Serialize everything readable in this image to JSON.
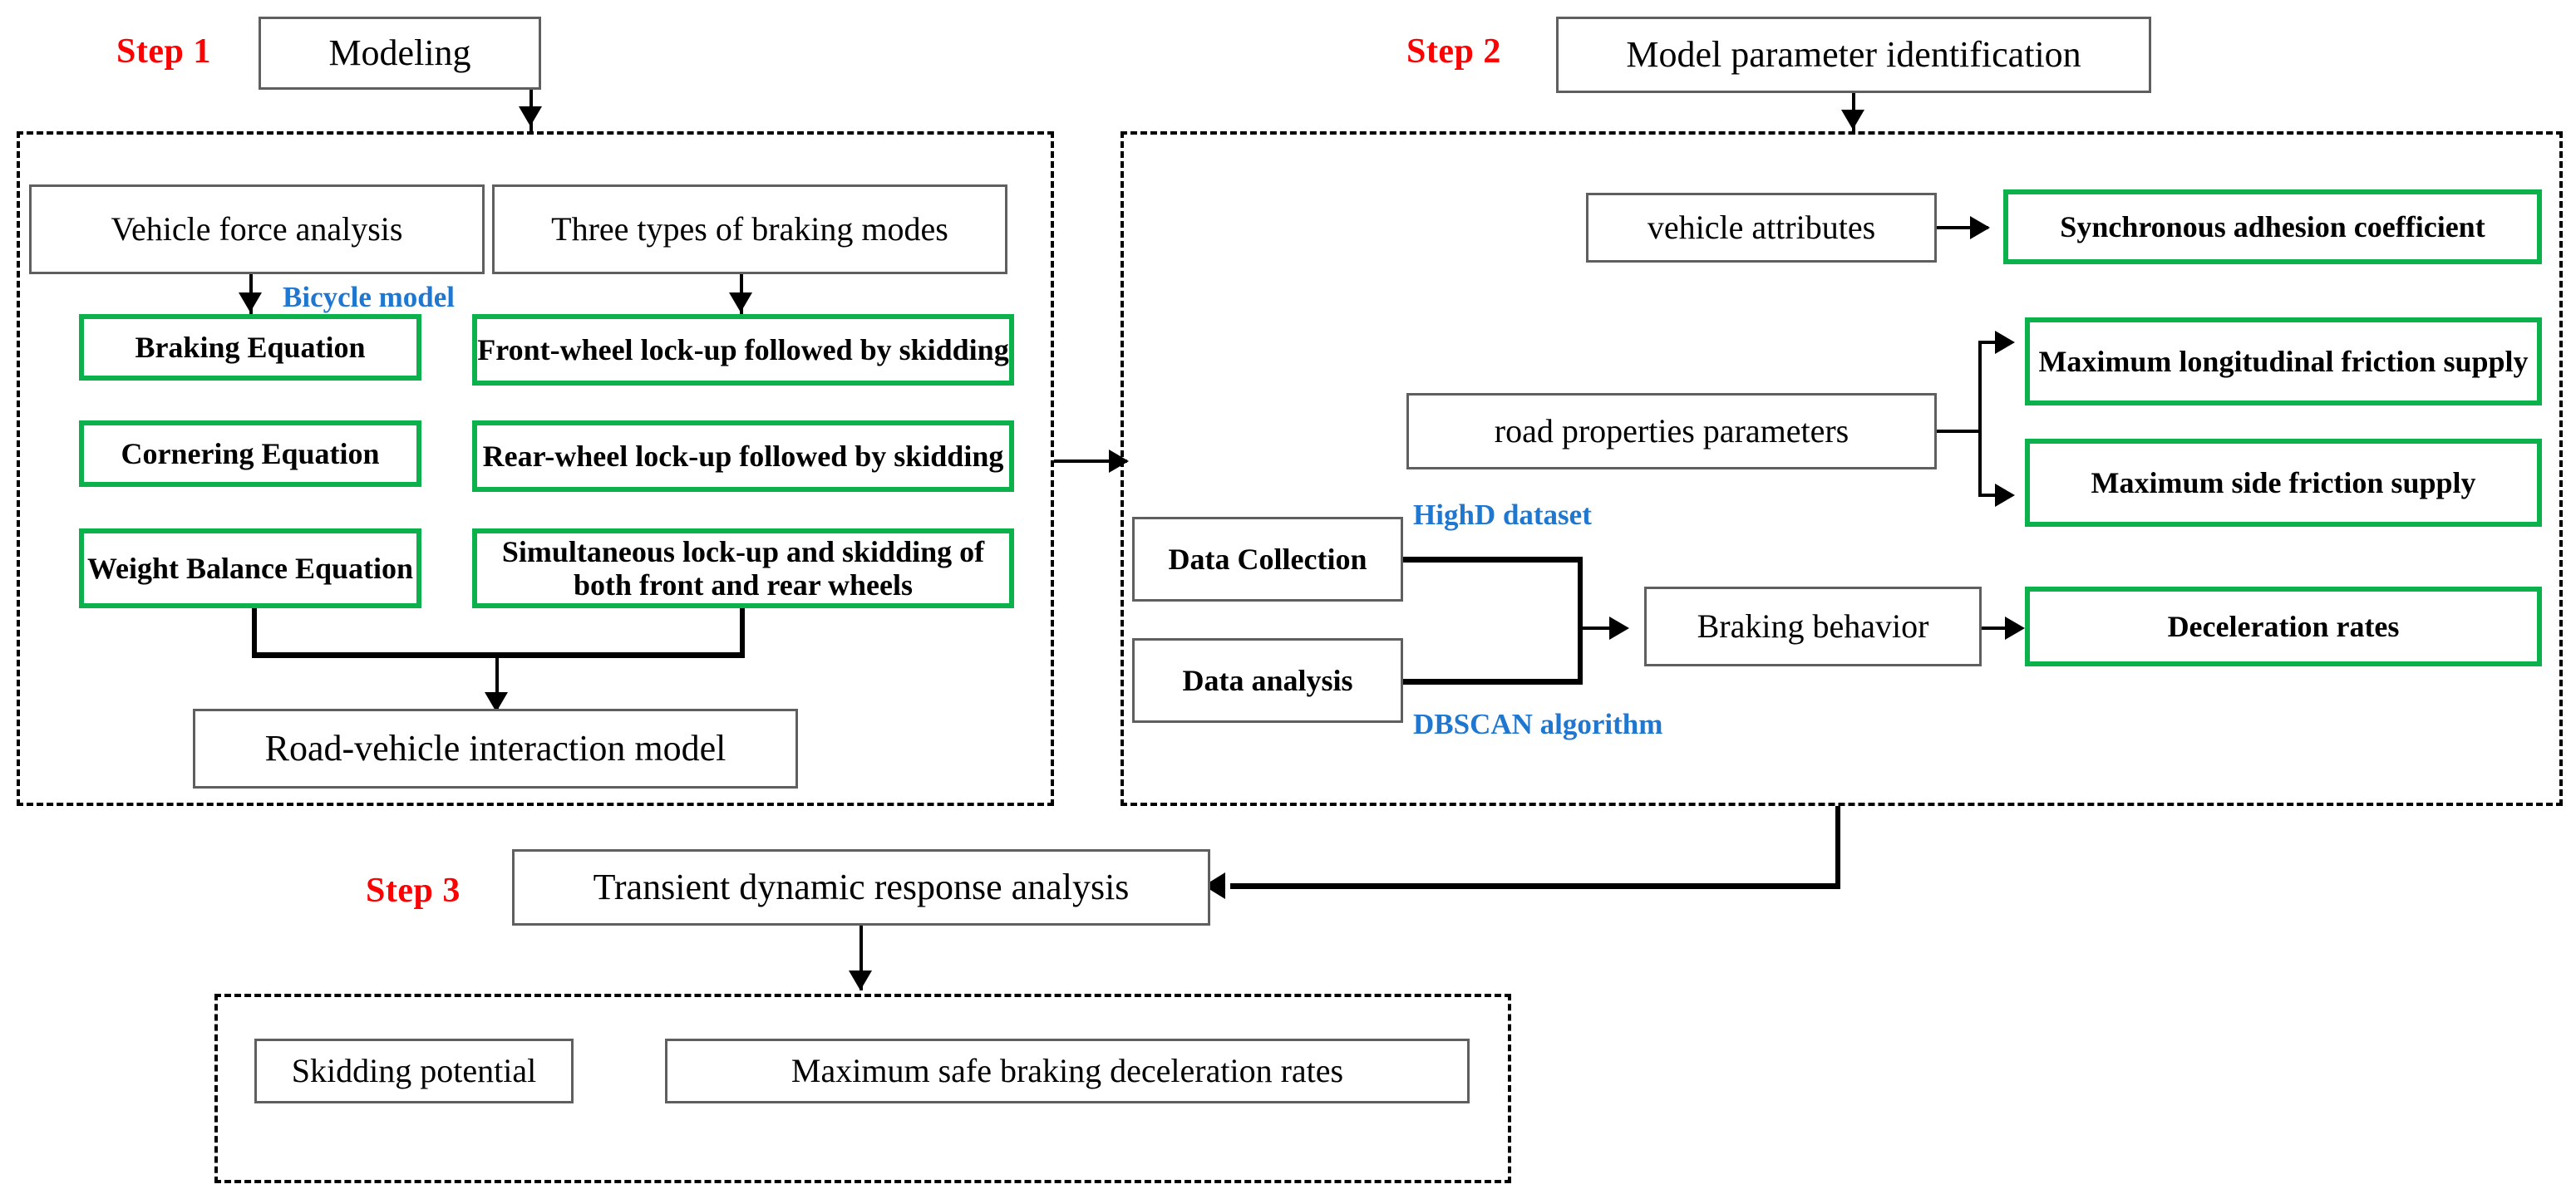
{
  "diagram": {
    "title": "Three-step vehicle braking modeling framework flowchart",
    "colors": {
      "step_label": "#ff0000",
      "green_border": "#0bb14b",
      "gray_border": "#5f5f5f",
      "blue_annotation": "#1f77d0",
      "background": "#ffffff"
    }
  },
  "steps": {
    "step1": {
      "label": "Step 1",
      "header": "Modeling",
      "left_column": {
        "header": "Vehicle force analysis",
        "annotation": "Bicycle model",
        "items": [
          "Braking Equation",
          "Cornering Equation",
          "Weight Balance Equation"
        ]
      },
      "right_column": {
        "header": "Three types of braking modes",
        "items": [
          "Front-wheel lock-up followed by skidding",
          "Rear-wheel lock-up followed by skidding",
          "Simultaneous lock-up and skidding of both front and rear wheels"
        ]
      },
      "output": "Road-vehicle interaction model"
    },
    "step2": {
      "label": "Step 2",
      "header": "Model parameter identification",
      "vehicle_attributes": "vehicle attributes",
      "synchronous_adhesion": "Synchronous adhesion coefficient",
      "road_properties": "road properties parameters",
      "max_longitudinal_friction": "Maximum longitudinal friction supply",
      "max_side_friction": "Maximum side friction supply",
      "data_collection": "Data Collection",
      "data_analysis": "Data analysis",
      "annotation_dataset": "HighD dataset",
      "annotation_algorithm": "DBSCAN algorithm",
      "braking_behavior": "Braking behavior",
      "deceleration_rates": "Deceleration rates"
    },
    "step3": {
      "label": "Step 3",
      "header": "Transient dynamic response analysis",
      "outputs": [
        "Skidding potential",
        "Maximum safe braking deceleration rates"
      ]
    }
  }
}
